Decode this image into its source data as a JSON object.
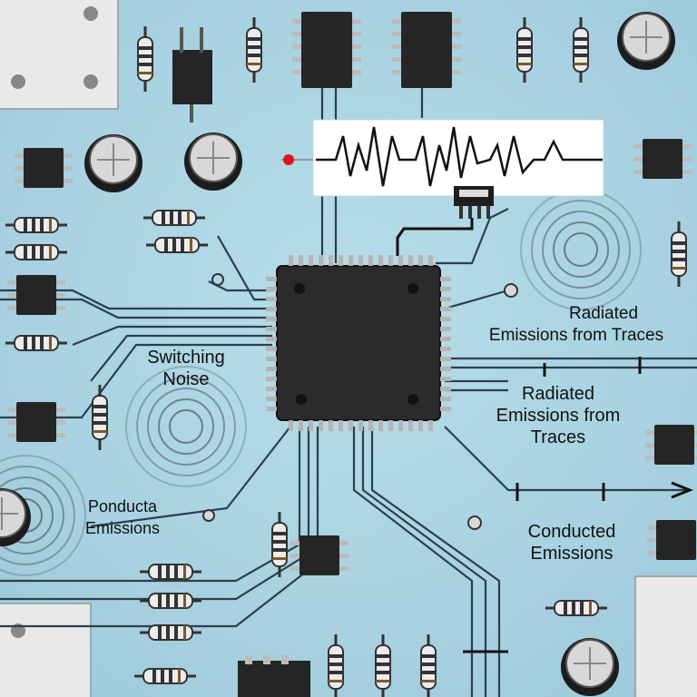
{
  "labels": {
    "switching_noise": [
      "Switching",
      "Noise"
    ],
    "radiated_top": [
      "Radiated",
      "Emissions from Traces"
    ],
    "radiated_mid": [
      "Radiated",
      "Emissions from",
      "Traces"
    ],
    "conducted_right": [
      "Conducted",
      "Emissions"
    ],
    "conducted_left": [
      "Ponducta",
      "Emissions"
    ]
  },
  "colors": {
    "board": "#a9d3e2",
    "trace": "#2c3f4e",
    "chip": "#2b2b2b",
    "chip_pin": "#b5b5b5",
    "waveform": "#111111",
    "probe_dot": "#e0141e",
    "label_text": "#111111"
  },
  "icons": {
    "main_chip": "qfp-microcontroller-icon",
    "probe": "oscilloscope-probe-icon",
    "capacitor": "electrolytic-capacitor-icon",
    "resistor": "resistor-icon",
    "ic": "soic-ic-icon"
  }
}
